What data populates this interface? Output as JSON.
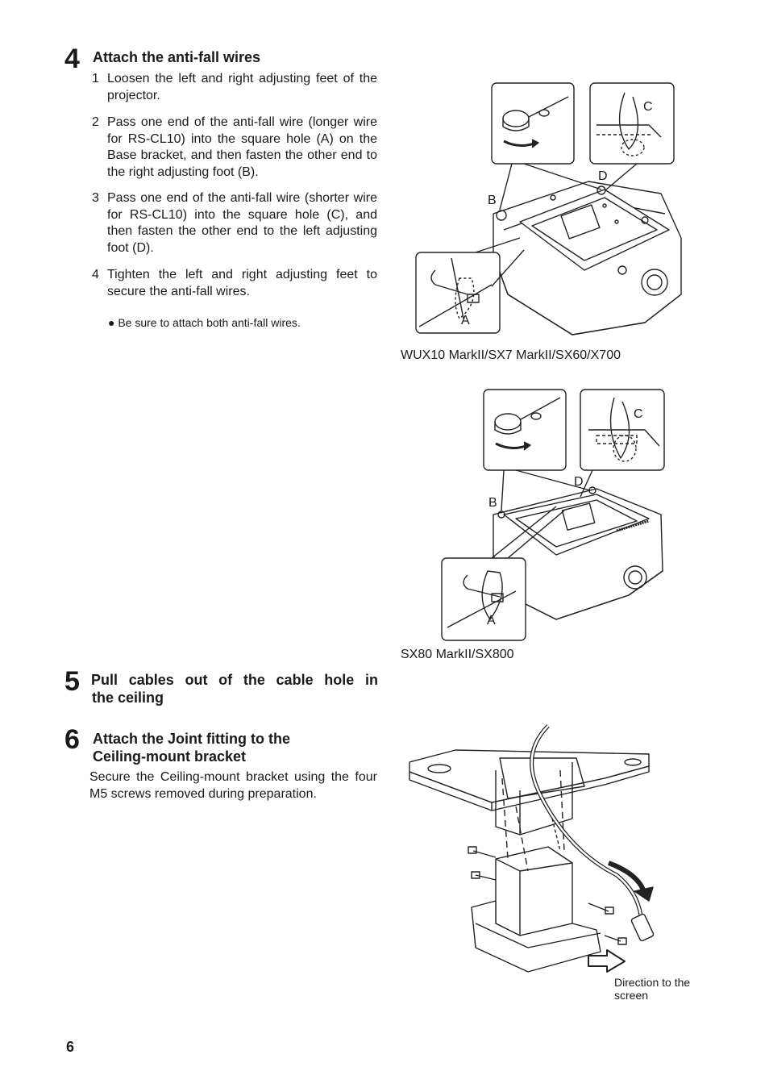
{
  "step4": {
    "number": "4",
    "heading": "Attach the anti-fall wires",
    "items": [
      {
        "n": "1",
        "text": "Loosen the left and right adjusting feet of the projector."
      },
      {
        "n": "2",
        "text": "Pass one end of the anti-fall wire (longer wire for RS-CL10) into the square hole (A) on the Base bracket, and then fasten the other end to the right adjusting foot (B)."
      },
      {
        "n": "3",
        "text": "Pass one end of the anti-fall wire (shorter wire for RS-CL10) into the square hole (C), and then fasten the other end to the left adjusting foot (D)."
      },
      {
        "n": "4",
        "text": "Tighten the left and right adjusting feet to secure the anti-fall wires."
      }
    ],
    "note": "● Be sure to attach both anti-fall wires."
  },
  "figure1": {
    "caption": "WUX10 MarkII/SX7 MarkII/SX60/X700",
    "labels": {
      "a": "A",
      "b": "B",
      "c": "C",
      "d": "D"
    }
  },
  "figure2": {
    "caption": "SX80 MarkII/SX800",
    "labels": {
      "a": "A",
      "b": "B",
      "c": "C",
      "d": "D"
    }
  },
  "step5": {
    "number": "5",
    "heading_line1": "Pull cables out of the cable hole in",
    "heading_line2": "the ceiling"
  },
  "step6": {
    "number": "6",
    "heading_line1": "Attach the Joint fitting to the",
    "heading_line2": "Ceiling-mount bracket",
    "body": "Secure the Ceiling-mount bracket using the four M5 screws removed during preparation."
  },
  "figure3": {
    "caption_line1": "Direction to the",
    "caption_line2": "screen"
  },
  "page_number": "6"
}
